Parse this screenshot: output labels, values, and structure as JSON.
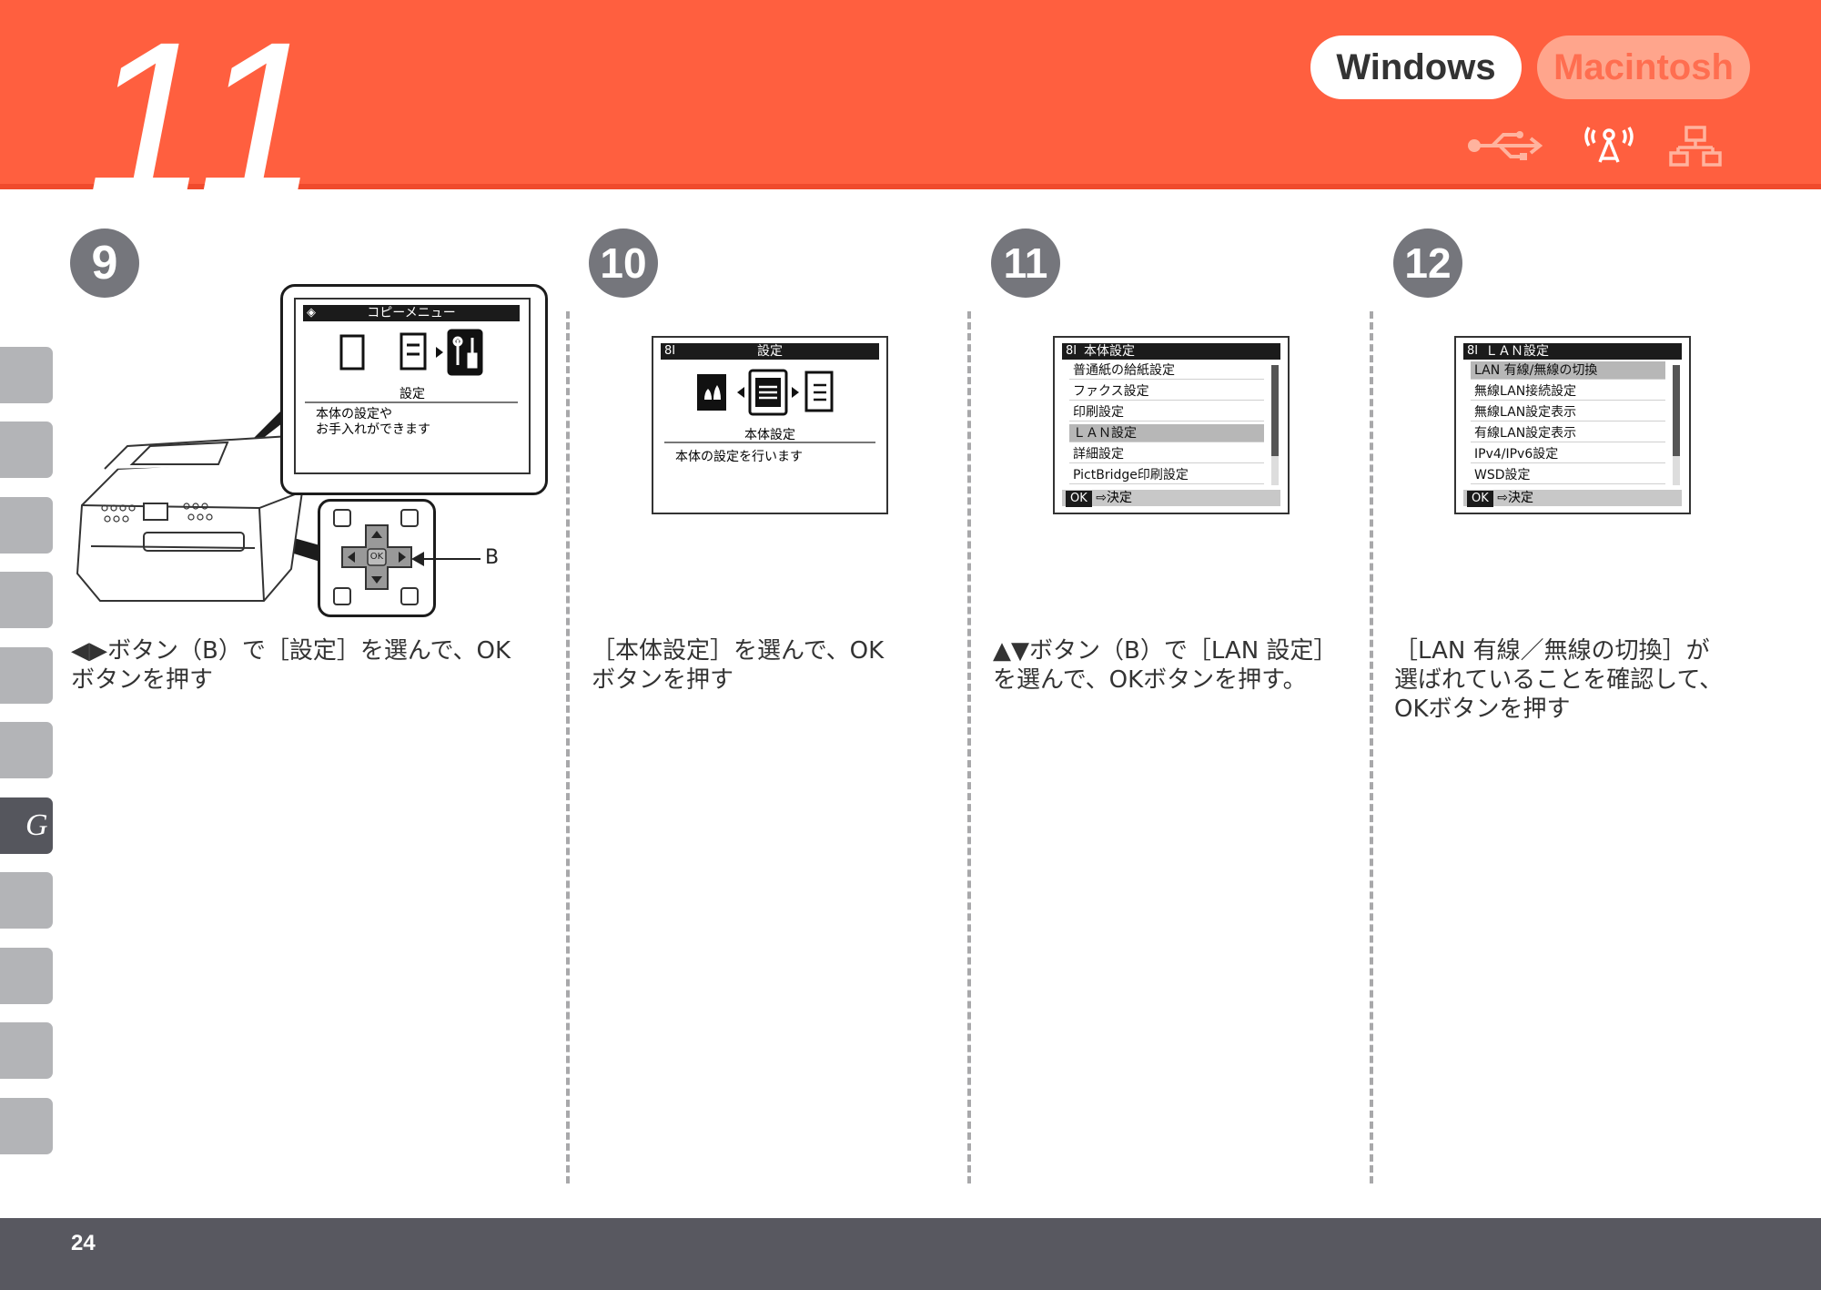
{
  "header": {
    "chapter_number": "11",
    "os_options": [
      "Windows",
      "Macintosh"
    ],
    "connection_icons": [
      "usb-icon",
      "wireless-icon",
      "wired-lan-icon"
    ],
    "background_color": "#ff5f3f"
  },
  "side_tabs": {
    "active_label": "G"
  },
  "steps": [
    {
      "number": "9",
      "description_line1": "◀▶ボタン（B）で［設定］を選んで、OK",
      "description_line2": "ボタンを押す",
      "screen": {
        "title": "コピーメニュー",
        "item_label": "設定",
        "text_line1": "本体の設定や",
        "text_line2": "お手入れができます"
      },
      "callout_label": "B",
      "ok_key_label": "OK"
    },
    {
      "number": "10",
      "description_line1": "［本体設定］を選んで、OK",
      "description_line2": "ボタンを押す",
      "screen": {
        "title": "設定",
        "item_label": "本体設定",
        "text_line1": "本体の設定を行います"
      }
    },
    {
      "number": "11",
      "description_line1": "▲▼ボタン（B）で［LAN 設定］",
      "description_line2": "を選んで、OKボタンを押す。",
      "screen": {
        "title": "本体設定",
        "menu_items": [
          "普通紙の給紙設定",
          "ファクス設定",
          "印刷設定",
          "ＬＡＮ設定",
          "詳細設定",
          "PictBridge印刷設定"
        ],
        "selected_index": 3,
        "ok_label": "OK",
        "footer_text": "⇨決定"
      }
    },
    {
      "number": "12",
      "description_line1": "［LAN 有線／無線の切換］が",
      "description_line2": "選ばれていることを確認して、",
      "description_line3": "OKボタンを押す",
      "screen": {
        "title": "ＬＡＮ設定",
        "menu_items": [
          "LAN 有線/無線の切換",
          "無線LAN接続設定",
          "無線LAN設定表示",
          "有線LAN設定表示",
          "IPv4/IPv6設定",
          "WSD設定"
        ],
        "selected_index": 0,
        "ok_label": "OK",
        "footer_text": "⇨決定"
      }
    }
  ],
  "footer": {
    "page_number": "24"
  }
}
